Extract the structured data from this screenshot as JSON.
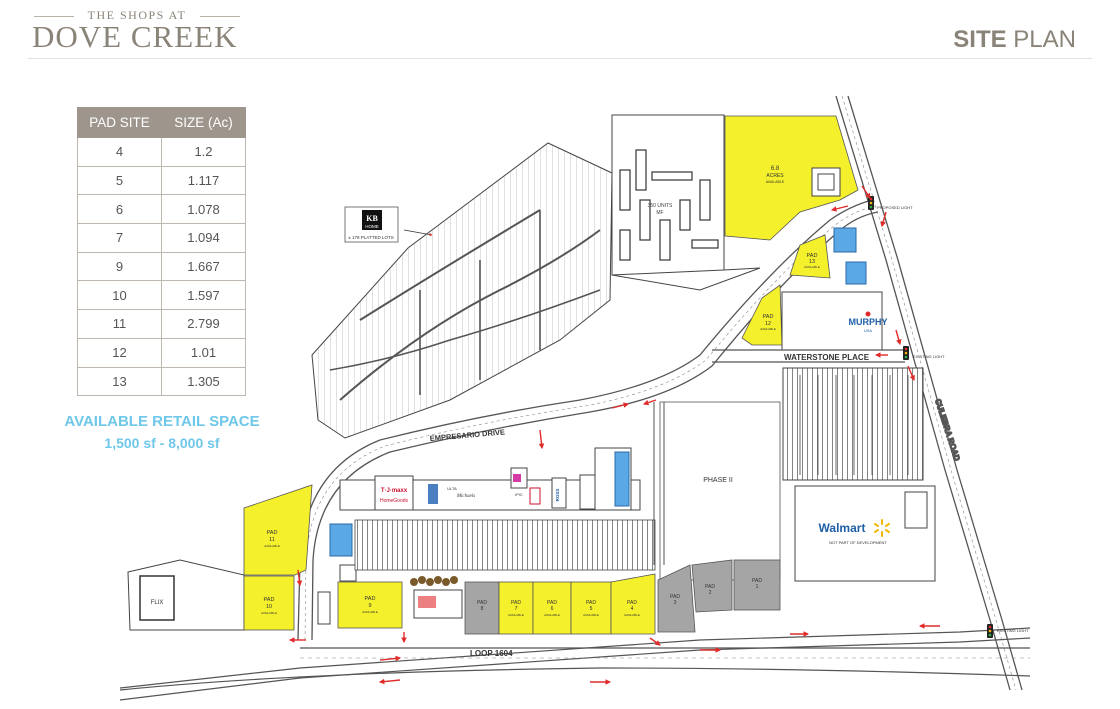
{
  "header": {
    "logo_top": "THE SHOPS AT",
    "logo_main": "DOVE CREEK",
    "title_bold": "SITE",
    "title_rest": " PLAN"
  },
  "pad_table": {
    "headers": [
      "PAD SITE",
      "SIZE (Ac)"
    ],
    "rows": [
      [
        "4",
        "1.2"
      ],
      [
        "5",
        "1.117"
      ],
      [
        "6",
        "1.078"
      ],
      [
        "7",
        "1.094"
      ],
      [
        "9",
        "1.667"
      ],
      [
        "10",
        "1.597"
      ],
      [
        "11",
        "2.799"
      ],
      [
        "12",
        "1.01"
      ],
      [
        "13",
        "1.305"
      ]
    ]
  },
  "available": {
    "title": "AVAILABLE RETAIL SPACE",
    "range": "1,500 sf - 8,000 sf"
  },
  "map": {
    "kb_home": {
      "logo_line1": "KB",
      "logo_line2": "HOME",
      "caption": "± 178 PLATTED LOTS"
    },
    "apartments": {
      "line1": "350 UNITS",
      "line2": "MF"
    },
    "acres": {
      "line1": "6.8",
      "line2": "ACRES",
      "line3": "AVAILABLE"
    },
    "streets": {
      "emprendario": "EMPRESARIO DRIVE",
      "waterstone": "WATERSTONE PLACE",
      "loop": "LOOP 1604",
      "culebra": "CULEBRA ROAD",
      "light_top": "PROPOSED LIGHT",
      "light_mid": "EXISTING LIGHT",
      "light_bottom": "EXISTING LIGHT"
    },
    "phase": "PHASE II",
    "walmart": {
      "name": "Walmart",
      "note": "NOT PART OF DEVELOPMENT"
    },
    "murphy": {
      "name": "MURPHY",
      "sub": "USA"
    },
    "pads": [
      {
        "label": "PAD",
        "num": "13",
        "sub": "AVAILABLE"
      },
      {
        "label": "PAD",
        "num": "12",
        "sub": "AVAILABLE"
      },
      {
        "label": "PAD",
        "num": "11",
        "sub": "AVAILABLE"
      },
      {
        "label": "PAD",
        "num": "10",
        "sub": "AVAILABLE"
      },
      {
        "label": "PAD",
        "num": "9",
        "sub": "AVAILABLE"
      },
      {
        "label": "PAD",
        "num": "8",
        "sub": ""
      },
      {
        "label": "PAD",
        "num": "7",
        "sub": "AVAILABLE"
      },
      {
        "label": "PAD",
        "num": "6",
        "sub": "AVAILABLE"
      },
      {
        "label": "PAD",
        "num": "5",
        "sub": "AVAILABLE"
      },
      {
        "label": "PAD",
        "num": "4",
        "sub": "AVAILABLE"
      },
      {
        "label": "PAD",
        "num": "3",
        "sub": ""
      },
      {
        "label": "PAD",
        "num": "2",
        "sub": ""
      },
      {
        "label": "PAD",
        "num": "1",
        "sub": ""
      }
    ],
    "tenants": {
      "tjmaxx": "T·J·maxx",
      "homegoods": "HomeGoods",
      "ross": "ROSS",
      "ipic": "iPIC",
      "michaels": "Michaels",
      "ulta": "ULTA",
      "flix": "FLIX"
    },
    "colors": {
      "pad": "#f4f02c",
      "gray_pad": "#a5a5a5",
      "arrow": "#e02b2b",
      "line": "#555555",
      "header_text": "#8a8378",
      "table_header": "#9e968d",
      "available": "#6fc7e9"
    }
  }
}
